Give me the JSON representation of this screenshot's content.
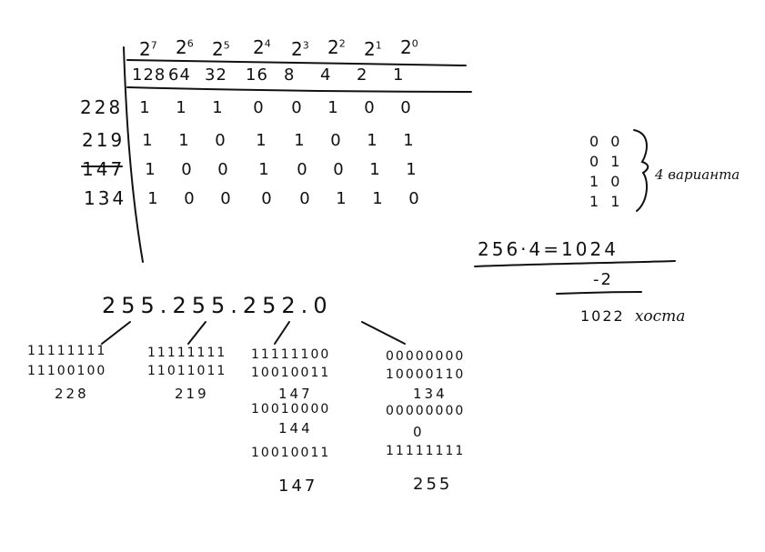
{
  "table": {
    "powers": [
      {
        "base": "2",
        "exp": "7"
      },
      {
        "base": "2",
        "exp": "6"
      },
      {
        "base": "2",
        "exp": "5"
      },
      {
        "base": "2",
        "exp": "4"
      },
      {
        "base": "2",
        "exp": "3"
      },
      {
        "base": "2",
        "exp": "2"
      },
      {
        "base": "2",
        "exp": "1"
      },
      {
        "base": "2",
        "exp": "0"
      }
    ],
    "values": [
      "128",
      "64",
      "32",
      "16",
      "8",
      "4",
      "2",
      "1"
    ],
    "rows": [
      {
        "label": "228",
        "bits": [
          "1",
          "1",
          "1",
          "0",
          "0",
          "1",
          "0",
          "0"
        ]
      },
      {
        "label": "219",
        "bits": [
          "1",
          "1",
          "0",
          "1",
          "1",
          "0",
          "1",
          "1"
        ]
      },
      {
        "label": "147",
        "bits": [
          "1",
          "0",
          "0",
          "1",
          "0",
          "0",
          "1",
          "1"
        ]
      },
      {
        "label": "134",
        "bits": [
          "1",
          "0",
          "0",
          "0",
          "0",
          "1",
          "1",
          "0"
        ]
      }
    ]
  },
  "combos": {
    "items": [
      "0 0",
      "0 1",
      "1 0",
      "1 1"
    ],
    "label": "4 варианта"
  },
  "calc": {
    "line1": "256·4=1024",
    "line2": "-2",
    "line3": "1022",
    "line3_word": "хоста"
  },
  "mask": {
    "text": "255.255.252.0",
    "columns": [
      {
        "lines": [
          "11111111",
          "11100100",
          "228"
        ]
      },
      {
        "lines": [
          "11111111",
          "11011011",
          "219"
        ]
      },
      {
        "lines": [
          "11111100",
          "10010011",
          "147",
          "10010000",
          "144",
          "10010011",
          "147"
        ]
      },
      {
        "lines": [
          "00000000",
          "10000110",
          "134",
          "00000000",
          "0",
          "11111111",
          "255"
        ]
      }
    ]
  }
}
